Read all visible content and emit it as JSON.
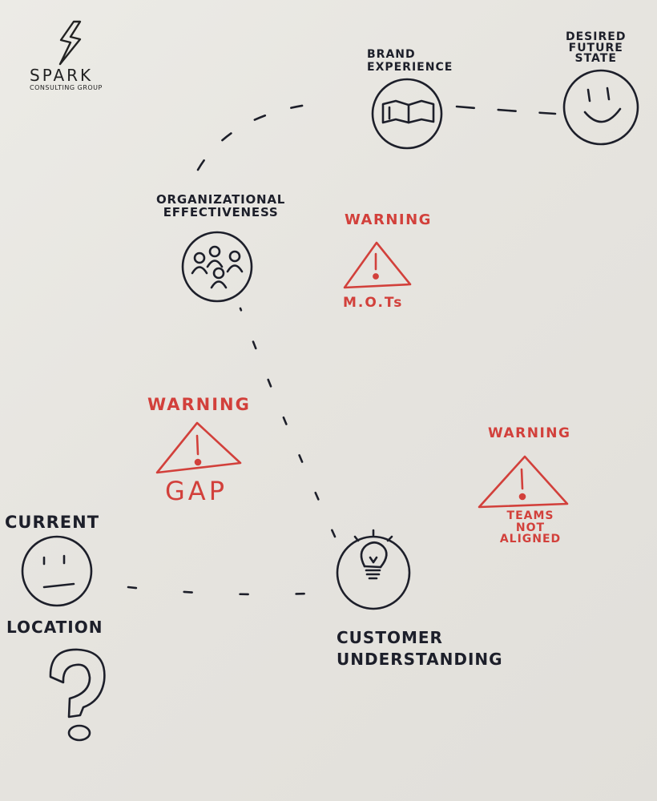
{
  "logo": {
    "brand": "SPARK",
    "tagline": "CONSULTING GROUP"
  },
  "colors": {
    "ink": "#1d1f2a",
    "warning_red": "#d2403b",
    "paper": "#e9e7e2"
  },
  "nodes": {
    "brand_experience": {
      "label": "Brand\nExperience",
      "icon": "book-icon"
    },
    "desired_future_state": {
      "label": "Desired\nFuture\nState",
      "icon": "smiley-face-icon"
    },
    "organizational_effectiveness": {
      "label": "Organizational\nEffectiveness",
      "icon": "people-group-icon"
    },
    "customer_understanding": {
      "label": "Customer\nUnderstanding",
      "icon": "lightbulb-icon"
    },
    "current_location": {
      "top_label": "Current",
      "bottom_label": "Location",
      "icon": "neutral-face-icon"
    }
  },
  "warnings": {
    "mots": {
      "title": "Warning",
      "caption": "M.O.Ts"
    },
    "gap": {
      "title": "Warning",
      "caption": "GAP"
    },
    "teams": {
      "title": "Warning",
      "caption": "Teams\nnot\nAligned"
    }
  },
  "question_mark": {
    "icon": "question-mark-icon"
  }
}
